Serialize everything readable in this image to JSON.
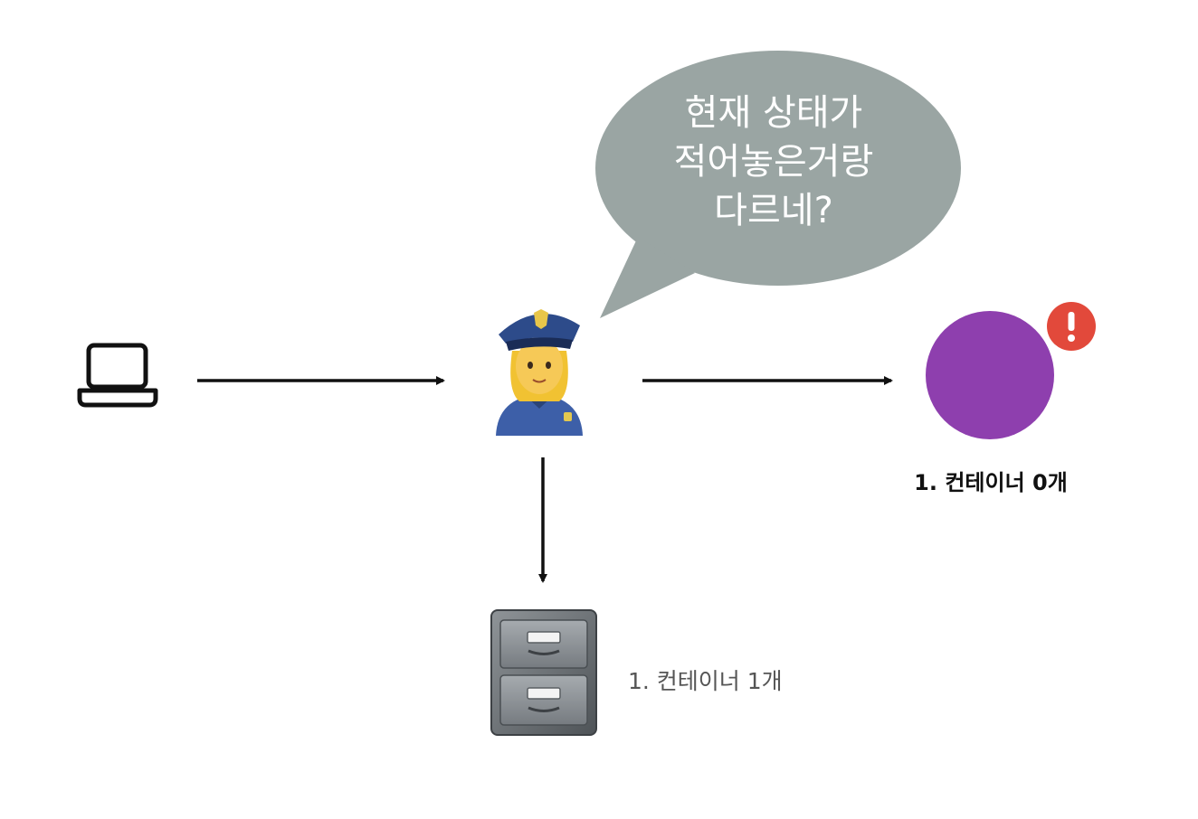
{
  "speech_bubble": {
    "lines": [
      "현재 상태가",
      "적어놓은거랑",
      "다르네?"
    ],
    "color": "#9aa5a3"
  },
  "container_node": {
    "color": "#8e3fae",
    "alert_badge": {
      "symbol": "!",
      "color": "#e2493b"
    },
    "label": "1. 컨테이너 0개"
  },
  "storage_node": {
    "label": "1. 컨테이너 1개"
  },
  "icons": {
    "client": "laptop-icon",
    "controller": "police-officer-icon",
    "storage": "file-cabinet-icon"
  }
}
